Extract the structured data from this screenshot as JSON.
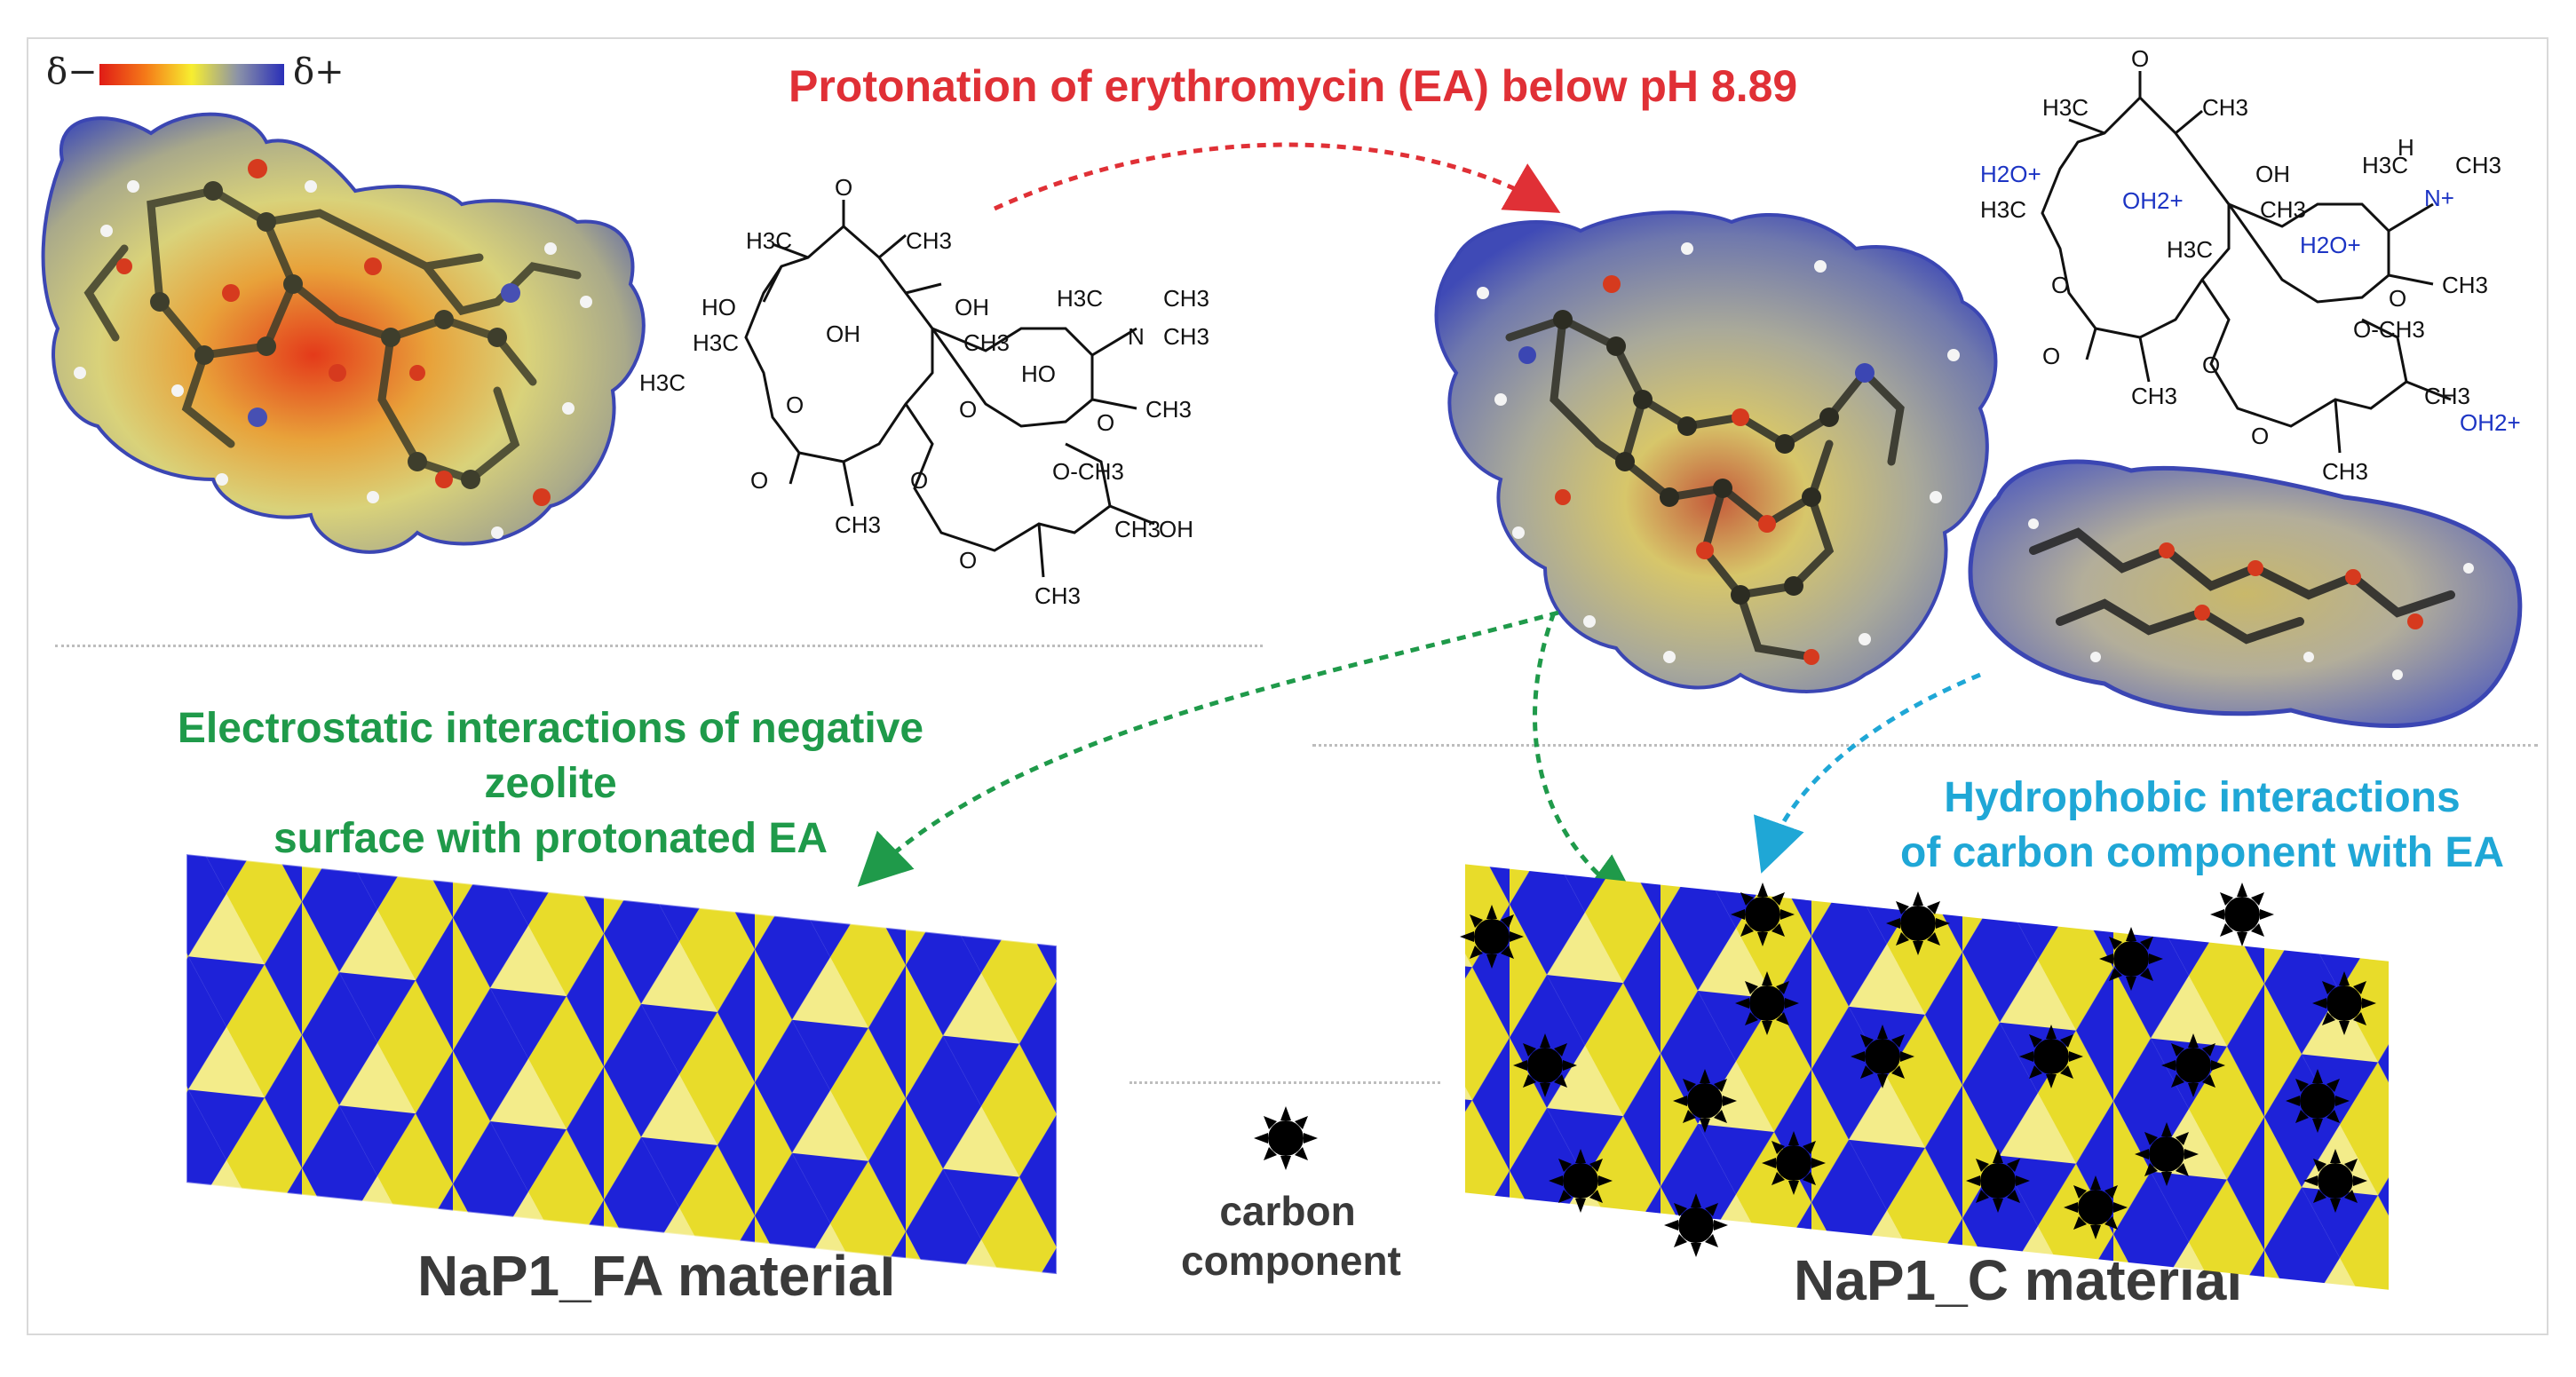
{
  "scale_bar": {
    "neg_label": "δ−",
    "pos_label": "δ+"
  },
  "titles": {
    "protonation": "Protonation of erythromycin (EA) below pH 8.89",
    "electrostatic_line1": "Electrostatic interactions of negative zeolite",
    "electrostatic_line2": "surface with protonated EA",
    "hydrophobic_line1": "Hydrophobic interactions",
    "hydrophobic_line2": "of carbon component with EA"
  },
  "materials": {
    "left": "NaP1_FA material",
    "right": "NaP1_C material"
  },
  "legend": {
    "line1": "carbon",
    "line2": "component"
  },
  "structure_neutral": {
    "labels": [
      "O",
      "H3C",
      "CH3",
      "HO",
      "OH",
      "OH",
      "H3C",
      "CH3",
      "H3C",
      "H3C",
      "CH3",
      "N",
      "CH3",
      "HO",
      "O",
      "CH3",
      "O",
      "O",
      "O",
      "CH3",
      "O",
      "O-CH3",
      "CH3",
      "O",
      "OH",
      "CH3"
    ]
  },
  "structure_protonated": {
    "labels": [
      "O",
      "H3C",
      "CH3",
      "H2O+",
      "OH2+",
      "H3C",
      "OH",
      "H",
      "H3C",
      "N+",
      "CH3",
      "CH3",
      "H3C",
      "H2O+",
      "O",
      "CH3",
      "O",
      "O",
      "O",
      "CH3",
      "O-CH3",
      "CH3",
      "O",
      "OH2+",
      "CH3"
    ]
  },
  "colors": {
    "red_title": "#e03036",
    "green_title": "#1f9a4a",
    "cyan_title": "#1fa7d6",
    "zeolite_blue": "#1e22d8",
    "zeolite_yellow": "#e8dc2a",
    "label_gray": "#3a3a3a"
  }
}
